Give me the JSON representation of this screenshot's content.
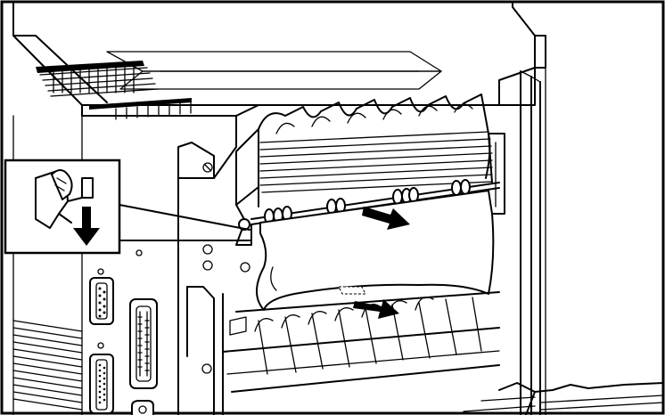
{
  "illustration": {
    "subject": "printer-rear-paper-jam-removal",
    "icons": {
      "frame": "border-frame",
      "printer": "laser-printer-rear-view",
      "fuser": "fuser-assembly",
      "paper": "jammed-paper-sheet",
      "pull_arrow_upper": "pull-direction-arrow",
      "pull_arrow_lower": "pull-direction-arrow",
      "inset": "release-lever-detail-inset",
      "inset_arrow": "down-arrow",
      "lever": "release-lever",
      "connector_parallel": "parallel-port",
      "connector_serial": "serial-port",
      "connector_db25": "db25-port",
      "rear_door": "open-rear-door",
      "output_tray": "paper-output-tray"
    },
    "colors": {
      "line": "#000000",
      "background": "#ffffff"
    },
    "pull_arrows": 2,
    "inset_arrows": 1
  }
}
